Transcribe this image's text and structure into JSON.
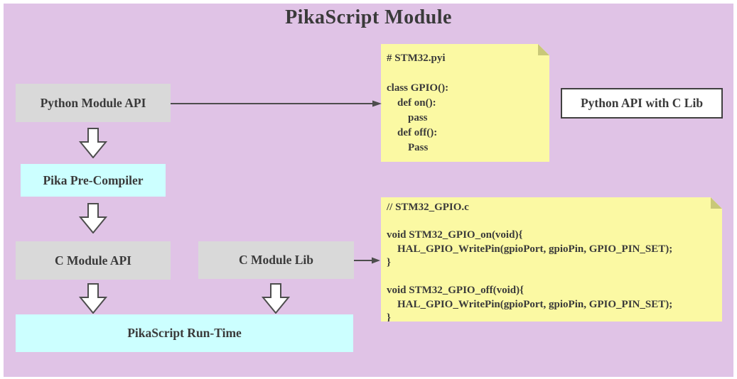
{
  "title": "PikaScript Module",
  "boxes": {
    "python_module_api": {
      "label": "Python Module API"
    },
    "pika_pre_compiler": {
      "label": "Pika Pre-Compiler"
    },
    "c_module_api": {
      "label": "C Module API"
    },
    "c_module_lib": {
      "label": "C Module Lib"
    },
    "pikascript_runtime": {
      "label": "PikaScript Run-Time"
    },
    "python_api_with_c_lib": {
      "label": "Python API with C Lib"
    }
  },
  "notes": {
    "stm32_pyi": {
      "code": "# STM32.pyi\n\nclass GPIO():\n    def on():\n        pass\n    def off():\n        Pass"
    },
    "stm32_gpio_c": {
      "code": "// STM32_GPIO.c\n\nvoid STM32_GPIO_on(void){\n    HAL_GPIO_WritePin(gpioPort, gpioPin, GPIO_PIN_SET);\n}\n\nvoid STM32_GPIO_off(void){\n    HAL_GPIO_WritePin(gpioPort, gpioPin, GPIO_PIN_SET);\n}"
    }
  },
  "edges": [
    {
      "from": "python_module_api",
      "to": "note_stm32_pyi",
      "style": "thin-arrow"
    },
    {
      "from": "python_module_api",
      "to": "pika_pre_compiler",
      "style": "block-arrow"
    },
    {
      "from": "pika_pre_compiler",
      "to": "c_module_api",
      "style": "block-arrow"
    },
    {
      "from": "c_module_api",
      "to": "pikascript_runtime",
      "style": "block-arrow"
    },
    {
      "from": "c_module_lib",
      "to": "pikascript_runtime",
      "style": "block-arrow"
    },
    {
      "from": "c_module_lib",
      "to": "note_stm32_gpio_c",
      "style": "thin-arrow"
    }
  ],
  "colors": {
    "background": "#e0c3e6",
    "box_gray": "#d9d9d9",
    "box_cyan": "#ccffff",
    "note_yellow": "#fbf9a3",
    "note_fold": "#c9c878",
    "text": "#3a3a3a",
    "arrow": "#4d4d4d",
    "white_box_border": "#404040"
  }
}
